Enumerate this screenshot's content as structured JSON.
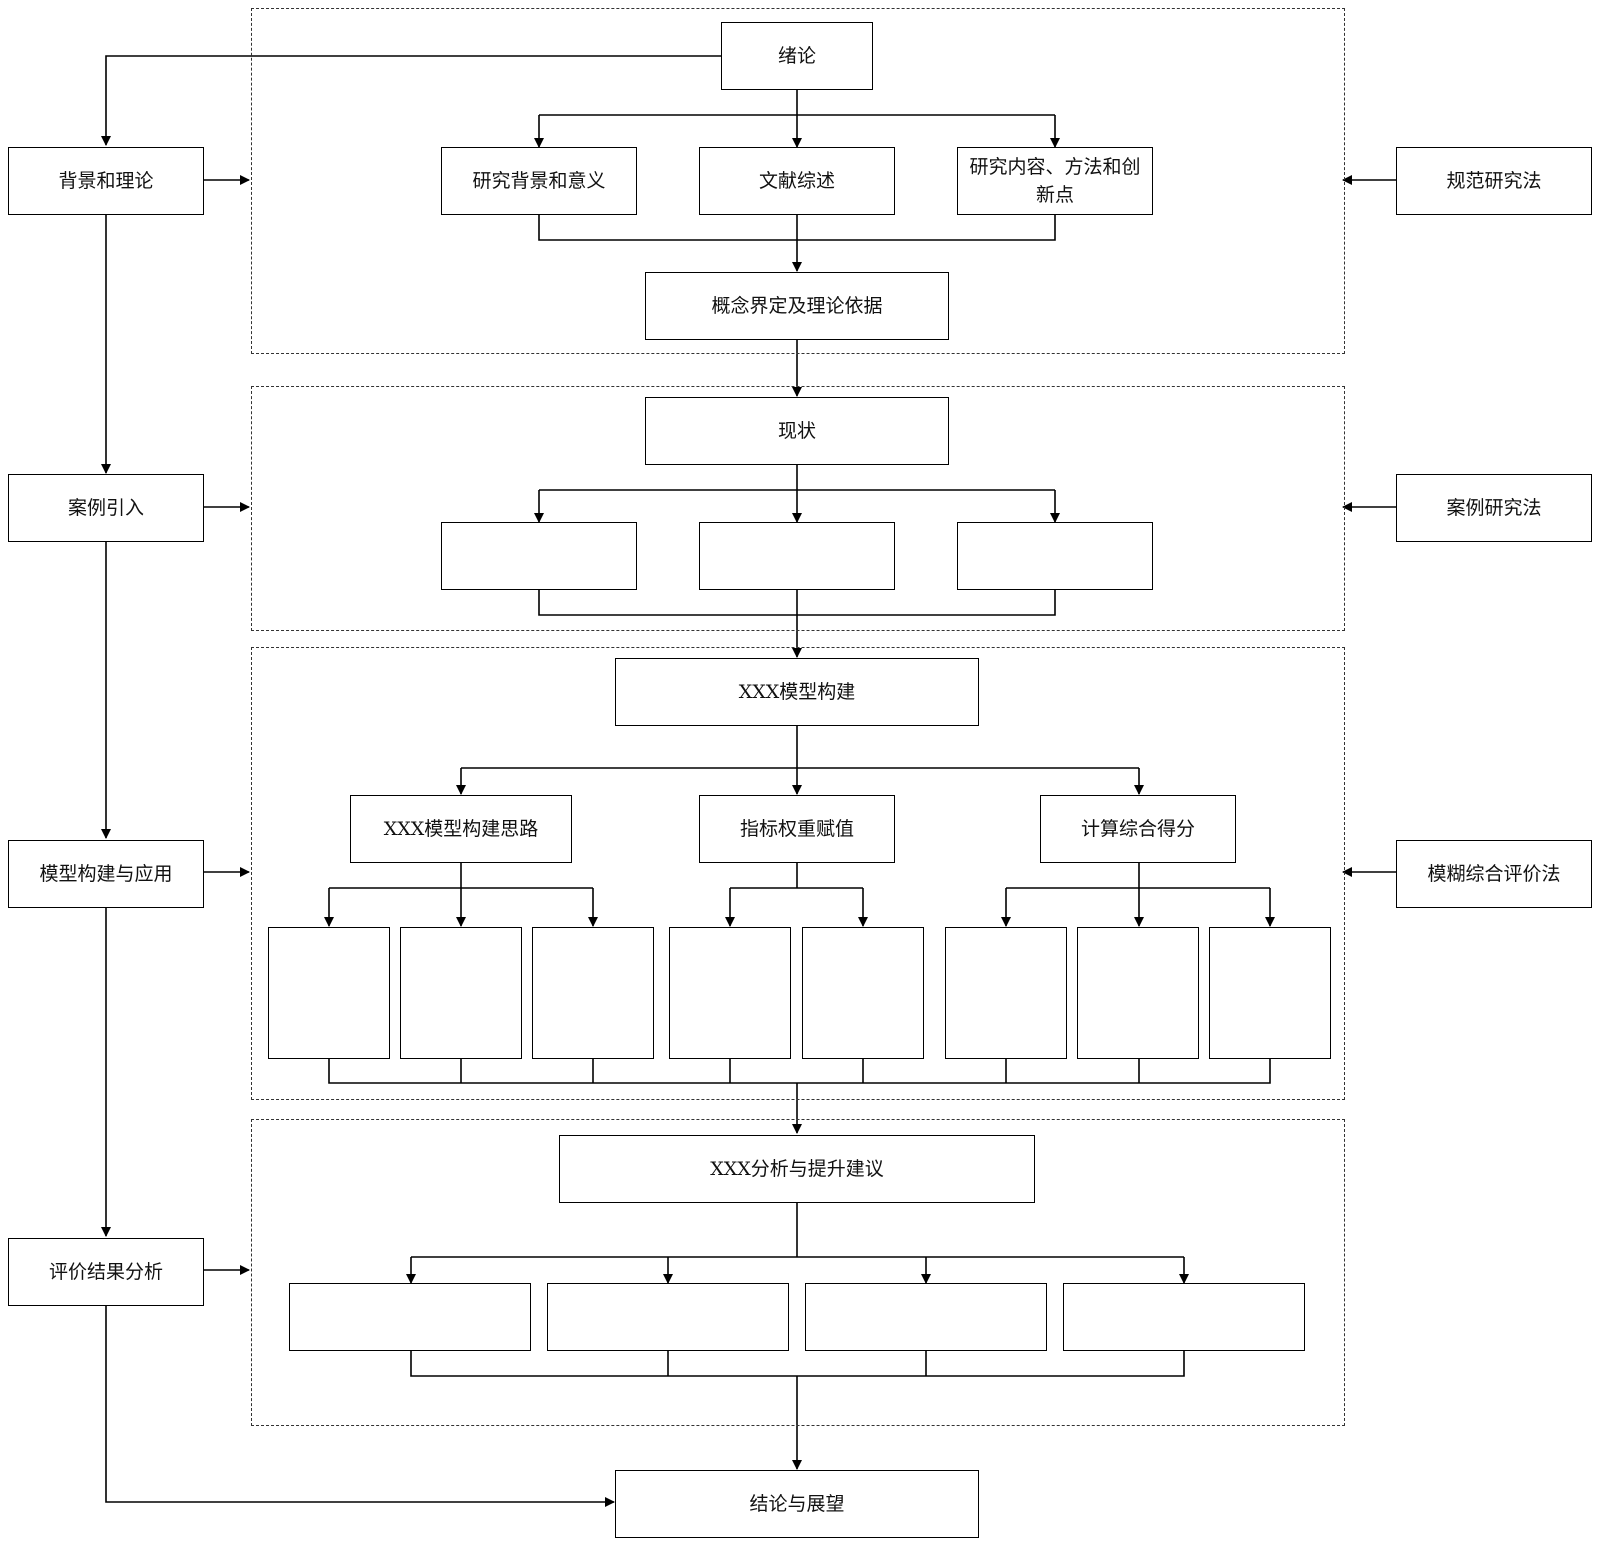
{
  "diagram": {
    "left_column": {
      "background_theory": "背景和理论",
      "case_intro": "案例引入",
      "model_build_apply": "模型构建与应用",
      "evaluation_analysis": "评价结果分析"
    },
    "right_column": {
      "normative_method": "规范研究法",
      "case_method": "案例研究法",
      "fuzzy_method": "模糊综合评价法"
    },
    "section1": {
      "intro": "绪论",
      "background_significance": "研究背景和意义",
      "literature_review": "文献综述",
      "content_method_innovation": "研究内容、方法和创新点",
      "concepts_theory": "概念界定及理论依据"
    },
    "section2": {
      "status": "现状",
      "sub_boxes": [
        "",
        "",
        ""
      ]
    },
    "section3": {
      "model_build": "XXX模型构建",
      "model_idea": "XXX模型构建思路",
      "weight_assign": "指标权重赋值",
      "score_calc": "计算综合得分",
      "sub_boxes": [
        "",
        "",
        "",
        "",
        "",
        "",
        "",
        ""
      ]
    },
    "section4": {
      "analysis_suggestions": "XXX分析与提升建议",
      "sub_boxes": [
        "",
        "",
        "",
        ""
      ]
    },
    "conclusion": "结论与展望"
  }
}
